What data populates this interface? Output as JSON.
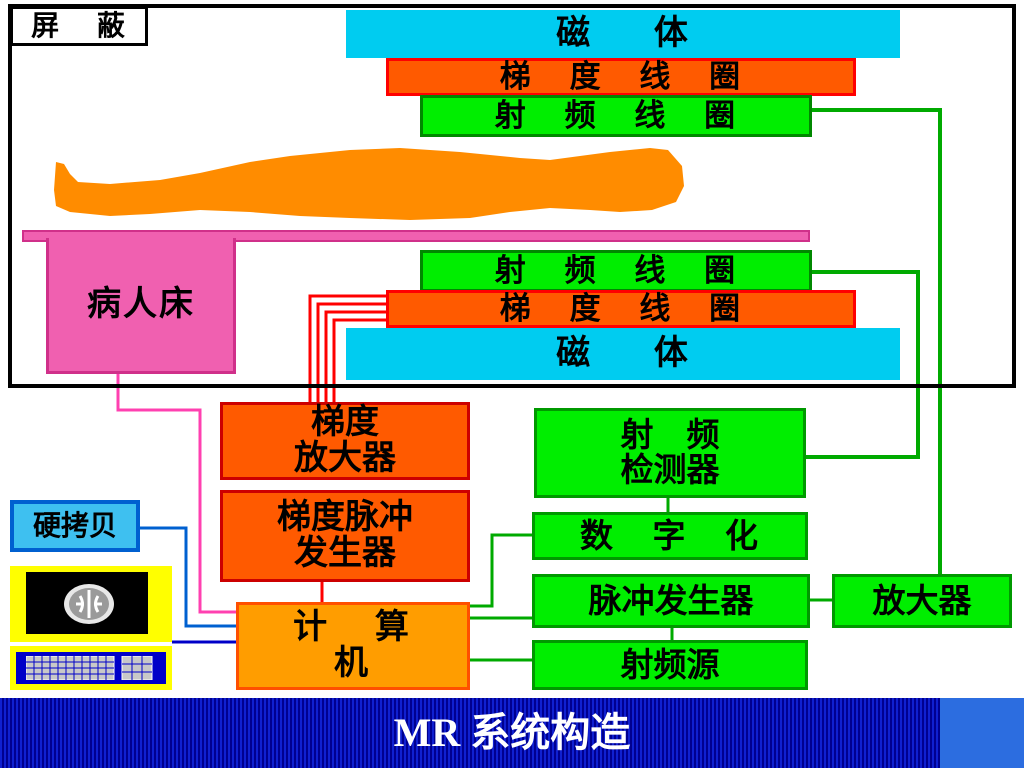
{
  "diagram": {
    "shield_label": "屏 蔽",
    "top_magnet": "磁 体",
    "top_gradient_coil": "梯 度 线 圈",
    "top_rf_coil": "射 频 线 圈",
    "bed": "病人床",
    "bottom_rf_coil": "射 频 线 圈",
    "bottom_gradient_coil": "梯 度 线 圈",
    "bottom_magnet": "磁 体",
    "gradient_amplifier_line1": "梯度",
    "gradient_amplifier_line2": "放大器",
    "gradient_pulse_line1": "梯度脉冲",
    "gradient_pulse_line2": "发生器",
    "rf_detector_line1": "射　频",
    "rf_detector_line2": "检测器",
    "digitizer": "数 字 化",
    "pulse_generator": "脉冲发生器",
    "amplifier": "放大器",
    "rf_source": "射频源",
    "computer": "计 算 机",
    "hardcopy": "硬拷贝"
  },
  "footer": {
    "title": "MR 系统构造"
  },
  "colors": {
    "magnet": "#00ccf0",
    "gradient": "#ff5a00",
    "rf": "#00ee00",
    "bed": "#f060b0",
    "computer": "#ff9d00",
    "line_red": "#ff0000",
    "line_green": "#00aa00",
    "line_blue": "#0060d0",
    "line_pink": "#ff40b0",
    "bottom_bar": "#1020d0"
  }
}
